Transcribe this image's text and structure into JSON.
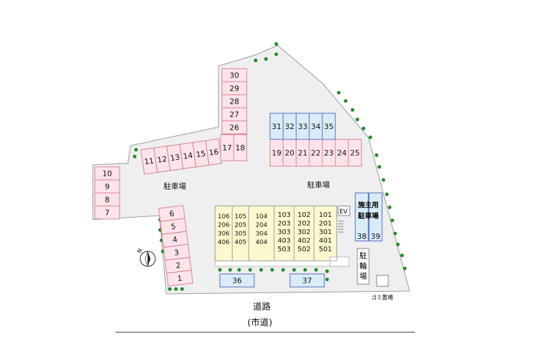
{
  "map": {
    "parking_label": "駐車場",
    "bike_parking_label": "駐輪場",
    "garbage_label": "ゴミ置場",
    "ev_label": "EV",
    "owner_parking_label": [
      "施主用",
      "駐車場"
    ],
    "compass_label": "N",
    "road_label": "道路",
    "road_sub_label": "(市道)",
    "colors": {
      "lot_pink_fill": "#fde4ea",
      "lot_pink_stroke": "#d9808f",
      "lot_blue_fill": "#d9ecfa",
      "lot_blue_stroke": "#5566bb",
      "ground": "#efefef",
      "building": "#fef8d0",
      "tree": "#1f8a2a"
    },
    "pink_lots": [
      "1",
      "2",
      "3",
      "4",
      "5",
      "6",
      "7",
      "8",
      "9",
      "10",
      "11",
      "12",
      "13",
      "14",
      "15",
      "16",
      "17",
      "18",
      "19",
      "20",
      "21",
      "22",
      "23",
      "24",
      "25",
      "26",
      "27",
      "28",
      "29",
      "30"
    ],
    "blue_lots": [
      "31",
      "32",
      "33",
      "34",
      "35",
      "36",
      "37",
      "38",
      "39"
    ],
    "building_columns": [
      [
        "106",
        "206",
        "306",
        "406"
      ],
      [
        "105",
        "205",
        "305",
        "405"
      ],
      [
        "104",
        "204",
        "304",
        "404"
      ],
      [
        "103",
        "203",
        "303",
        "403",
        "503"
      ],
      [
        "102",
        "202",
        "302",
        "402",
        "502"
      ],
      [
        "101",
        "201",
        "301",
        "401",
        "501"
      ]
    ]
  }
}
